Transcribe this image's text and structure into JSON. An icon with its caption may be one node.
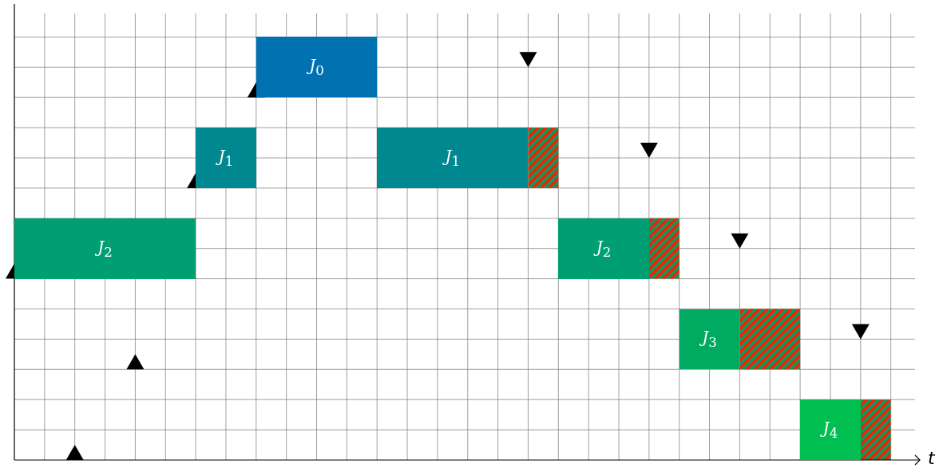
{
  "diagram": {
    "nodes": [
      {
        "text": [
          "*J*$_{0}$"
        ]
      },
      {
        "text": [
          "*J*$_{1}$"
        ]
      },
      {
        "text": [
          "*J*$_{1}$"
        ]
      },
      {
        "text": [
          "*J*$_{2}$"
        ]
      },
      {
        "text": [
          "*J*$_{2}$"
        ]
      },
      {
        "text": [
          "*J*$_{3}$"
        ]
      },
      {
        "text": [
          "*J*$_{4}$"
        ]
      },
      {
        "text": [],
        "shape": "box"
      },
      {
        "text": [],
        "shape": "box"
      },
      {
        "text": [],
        "shape": "box"
      },
      {
        "text": [],
        "shape": "box"
      }
    ],
    "labels": [
      "*t*"
    ]
  }
}
